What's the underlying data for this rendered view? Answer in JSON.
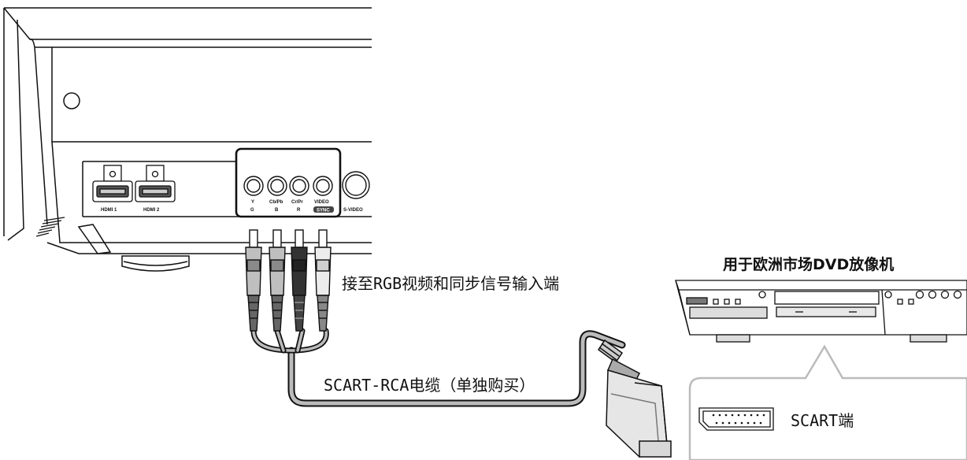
{
  "projector": {
    "ports": {
      "hdmi1": "HDMI 1",
      "hdmi2": "HDMI 2",
      "y_top": "Y",
      "y_bottom": "G",
      "cb_top": "Cb/Pb",
      "cb_bottom": "B",
      "cr_top": "Cr/Pr",
      "cr_bottom": "R",
      "video_top": "VIDEO",
      "video_bottom": "SYNC",
      "svideo": "S-VIDEO"
    }
  },
  "labels": {
    "rgb_sync_input": "接至RGB视频和同步信号输入端",
    "cable": "SCART-RCA电缆（单独购买）",
    "dvd_player": "用于欧洲市场DVD放像机",
    "scart_port": "SCART端"
  }
}
